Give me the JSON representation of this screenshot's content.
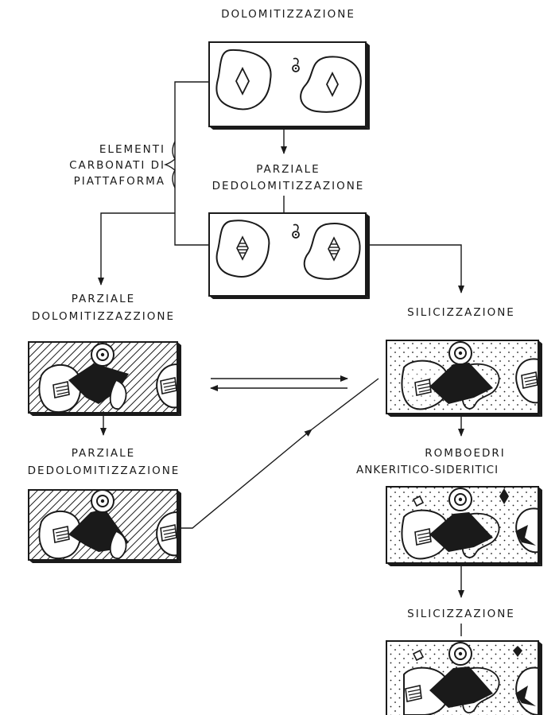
{
  "labels": {
    "dolomitizzazione": "DOLOMITIZZAZIONE",
    "parziale_dedolomit_top_l1": "PARZIALE",
    "parziale_dedolomit_top_l2": "DEDOLOMITIZZAZIONE",
    "elementi_l1": "ELEMENTI",
    "elementi_l2": "CARBONATI DI",
    "elementi_l3": "PIATTAFORMA",
    "parziale_dolomit_l1": "PARZIALE",
    "parziale_dolomit_l2": "DOLOMITIZZAZZIONE",
    "parziale_dedolomit_left_l1": "PARZIALE",
    "parziale_dedolomit_left_l2": "DEDOLOMITIZZAZIONE",
    "silicizzazione_1": "SILICIZZAZIONE",
    "romboedri_l1": "ROMBOEDRI",
    "romboedri_l2": "ANKERITICO-SIDERITICI",
    "silicizzazione_2": "SILICIZZAZIONE"
  },
  "colors": {
    "ink": "#1a1a1a",
    "paper": "#ffffff"
  }
}
